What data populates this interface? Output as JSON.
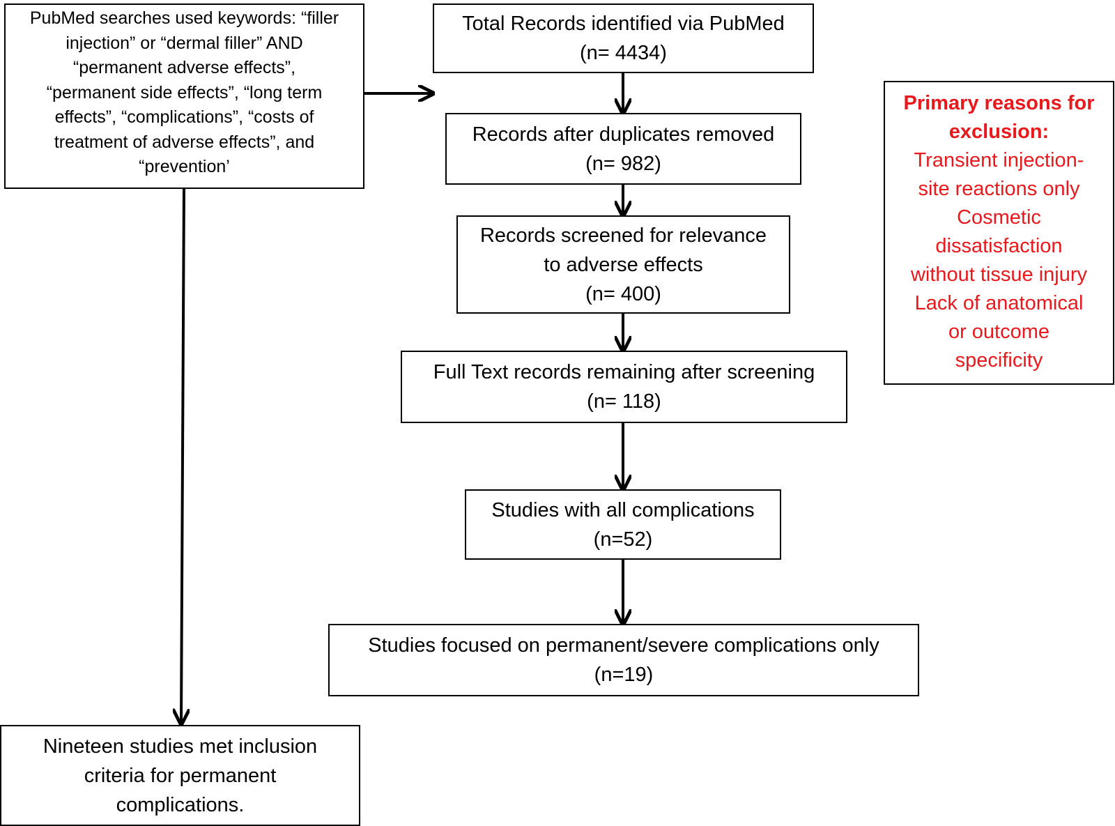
{
  "search_box": {
    "lines": [
      "PubMed searches used keywords: “filler",
      "injection” or “dermal filler” AND",
      "“permanent adverse effects”,",
      "“permanent side effects”, “long term",
      "effects”, “complications”, “costs of",
      "treatment of adverse effects”, and",
      "“prevention’"
    ]
  },
  "flow_boxes": [
    {
      "lines": [
        "Total Records identified via PubMed",
        "(n= 4434)"
      ]
    },
    {
      "lines": [
        "Records after duplicates removed",
        "(n= 982)"
      ]
    },
    {
      "lines": [
        "Records screened for relevance",
        "to adverse effects",
        "(n= 400)"
      ]
    },
    {
      "lines": [
        "Full Text records remaining after screening",
        "(n= 118)"
      ]
    },
    {
      "lines": [
        "Studies with all complications",
        "(n=52)"
      ]
    },
    {
      "lines": [
        "Studies focused on permanent/severe complications only",
        "(n=19)"
      ]
    }
  ],
  "result_box": {
    "lines": [
      "Nineteen studies met inclusion",
      "criteria for permanent",
      "complications."
    ]
  },
  "exclusion_box": {
    "title_lines": [
      "Primary reasons for",
      "exclusion:"
    ],
    "lines": [
      "Transient injection-",
      "site reactions only",
      "Cosmetic",
      "dissatisfaction",
      "without tissue injury",
      "Lack of anatomical",
      "or outcome",
      "specificity"
    ],
    "color": "#e8191c"
  }
}
